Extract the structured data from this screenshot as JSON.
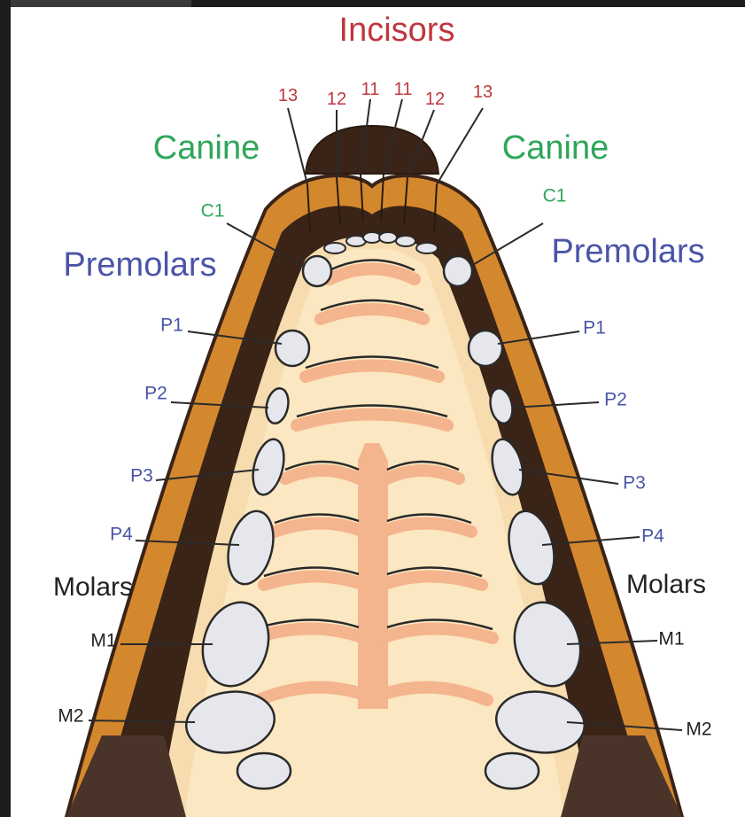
{
  "title": "Incisors",
  "groups": {
    "canine": "Canine",
    "premolars": "Premolars",
    "molars": "Molars"
  },
  "incisor_numbers": [
    "13",
    "12",
    "11",
    "11",
    "12",
    "13"
  ],
  "teeth_labels": {
    "c1": "C1",
    "p1": "P1",
    "p2": "P2",
    "p3": "P3",
    "p4": "P4",
    "m1": "M1",
    "m2": "M2"
  },
  "colors": {
    "incisors": "#c0363f",
    "canine": "#2fa65a",
    "premolars": "#4a55a8",
    "molars": "#222222",
    "gum": "#d4882e",
    "gum_dark": "#3a2317",
    "palate": "#fbe7c1",
    "rugae": "#f4b48d",
    "tooth": "#e6e7ec",
    "leader": "#2a2a2a"
  }
}
